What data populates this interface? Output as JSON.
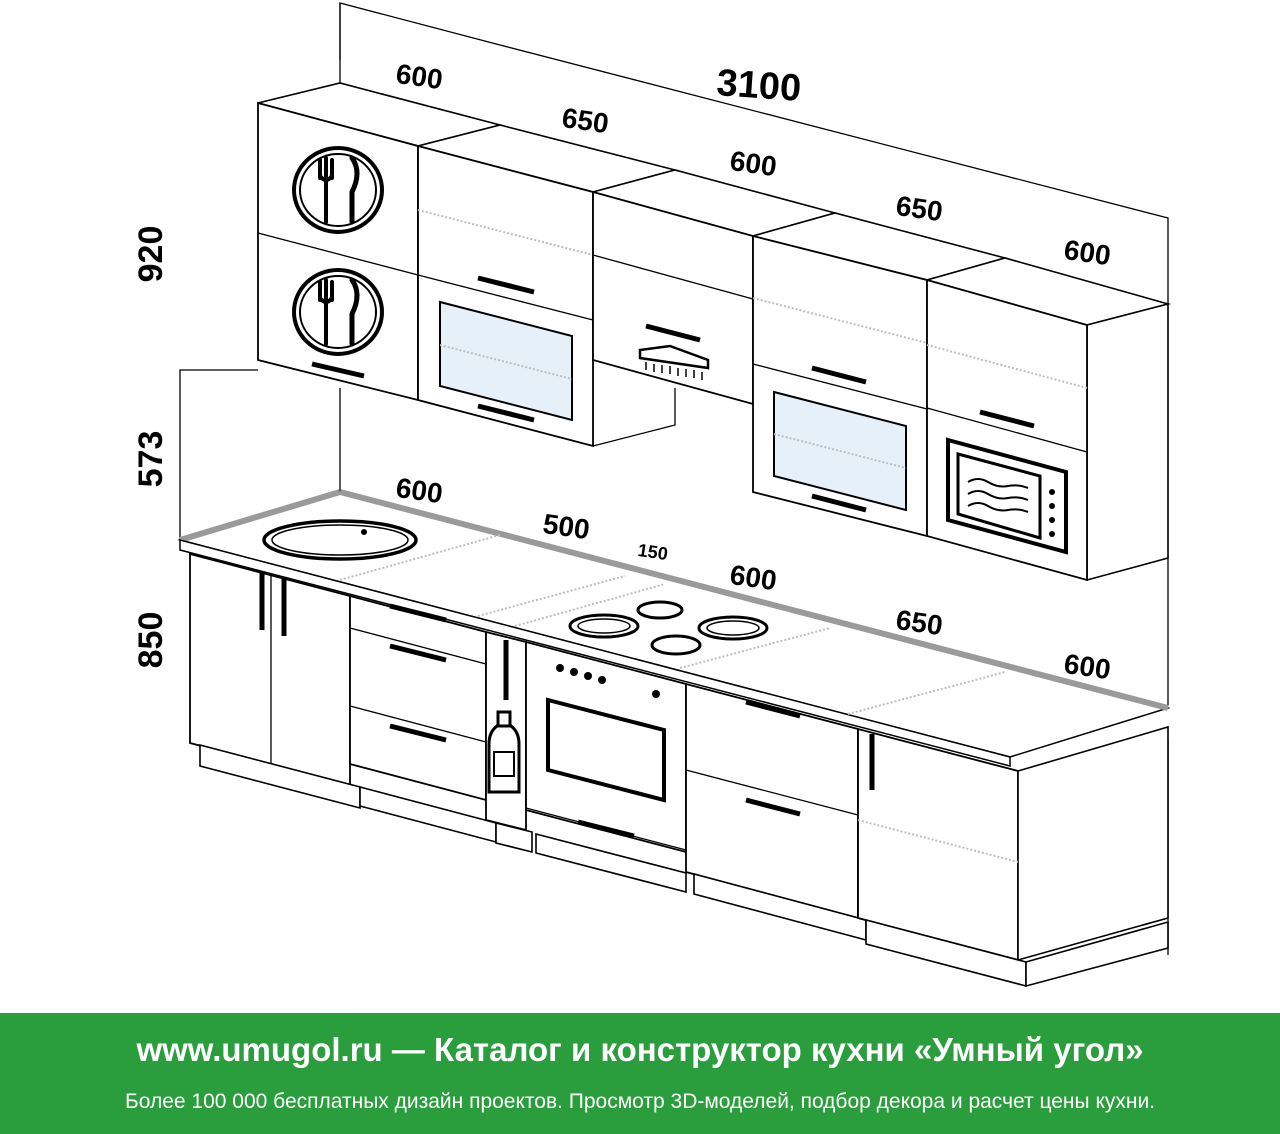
{
  "diagram": {
    "total_width_label": "3100",
    "upper_widths": [
      "600",
      "650",
      "600",
      "650",
      "600"
    ],
    "lower_widths": [
      "600",
      "500",
      "150",
      "600",
      "650",
      "600"
    ],
    "heights": {
      "upper": "920",
      "backsplash": "573",
      "base": "850"
    }
  },
  "footer": {
    "headline": "www.umugol.ru — Каталог и конструктор кухни «Умный угол»",
    "subline": "Более 100 000 бесплатных дизайн проектов. Просмотр 3D-моделей, подбор декора и расчет цены кухни.",
    "background_color": "#2a9d3c"
  }
}
